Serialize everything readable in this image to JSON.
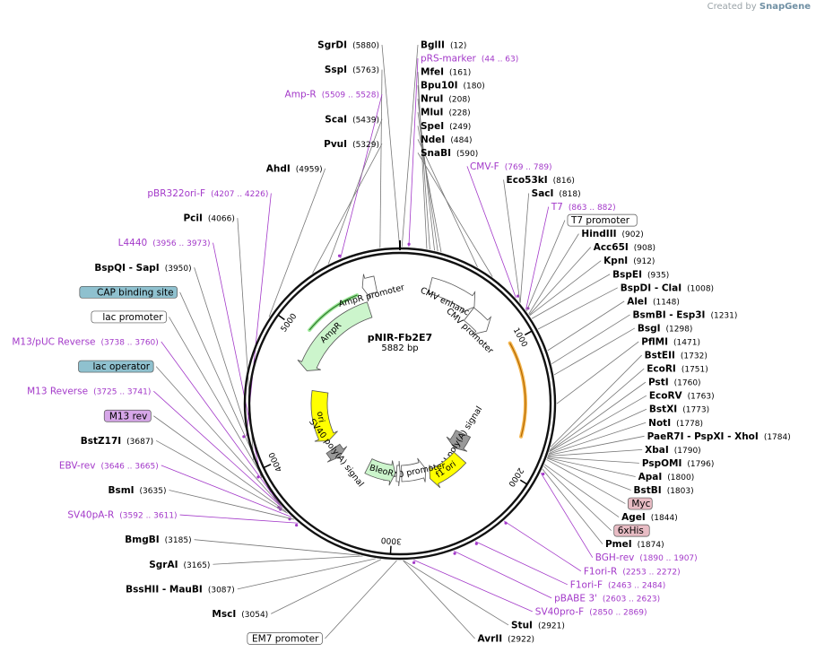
{
  "credit": {
    "prefix": "Created by",
    "brand": "SnapGene"
  },
  "plasmid": {
    "name": "pNIR-Fb2E7",
    "size": "5882 bp",
    "length": 5882
  },
  "ticks": [
    "1000",
    "2000",
    "3000",
    "4000",
    "5000"
  ],
  "features": [
    {
      "name": "AmpR promoter",
      "start": 5589,
      "end": 5693,
      "strand": "-",
      "color": "#ffffff",
      "label": "AmpR promoter"
    },
    {
      "name": "AmpR",
      "start": 4729,
      "end": 5589,
      "strand": "-",
      "color": "#ccf5cc",
      "label": "AmpR"
    },
    {
      "name": "CMV enhancer",
      "start": 235,
      "end": 614,
      "strand": "+",
      "color": "#ffffff",
      "label": "CMV enhancer"
    },
    {
      "name": "CMV promoter",
      "start": 615,
      "end": 818,
      "strand": "+",
      "color": "#ffffff",
      "label": "CMV promoter"
    },
    {
      "name": "ori",
      "start": 3961,
      "end": 4549,
      "strand": "-",
      "color": "#ffff00",
      "label": "ori"
    },
    {
      "name": "SV40 poly(A) signal",
      "start": 3734,
      "end": 3855,
      "strand": "-",
      "color": "#999999",
      "label": "SV40 poly(A) signal"
    },
    {
      "name": "bGH poly(A) signal",
      "start": 1886,
      "end": 2110,
      "strand": "+",
      "color": "#999999",
      "label": "bGH poly(A) signal"
    },
    {
      "name": "f1 ori",
      "start": 2156,
      "end": 2584,
      "strand": "+",
      "color": "#ffff00",
      "label": "f1 ori"
    },
    {
      "name": "SV40 promoter",
      "start": 2590,
      "end": 2919,
      "strand": "-",
      "color": "#ffffff",
      "label": "SV40 promoter"
    },
    {
      "name": "EM7 promoter",
      "start": 2938,
      "end": 2985,
      "strand": "-",
      "color": "#ffffff"
    },
    {
      "name": "BleoR",
      "start": 3004,
      "end": 3378,
      "strand": "-",
      "color": "#ccf5cc",
      "label": "BleoR"
    }
  ],
  "arcs": [
    {
      "start": 5050,
      "end": 5530,
      "color": "#9ee89a",
      "kind": "outer-green"
    },
    {
      "start": 1000,
      "end": 1720,
      "color": "#f5b750",
      "kind": "outer-orange"
    }
  ],
  "sites": [
    {
      "name": "BglII",
      "pos": "(12)",
      "p": 12,
      "color": "#000000"
    },
    {
      "name": "pRS-marker",
      "pos": "(44 .. 63)",
      "p": 53,
      "color": "#a339c9",
      "primer": true
    },
    {
      "name": "MfeI",
      "pos": "(161)",
      "p": 161
    },
    {
      "name": "Bpu10I",
      "pos": "(180)",
      "p": 180
    },
    {
      "name": "NruI",
      "pos": "(208)",
      "p": 208
    },
    {
      "name": "MluI",
      "pos": "(228)",
      "p": 228
    },
    {
      "name": "SpeI",
      "pos": "(249)",
      "p": 249
    },
    {
      "name": "NdeI",
      "pos": "(484)",
      "p": 484
    },
    {
      "name": "SnaBI",
      "pos": "(590)",
      "p": 590
    },
    {
      "name": "CMV-F",
      "pos": "(769 .. 789)",
      "p": 779,
      "color": "#a339c9",
      "primer": true
    },
    {
      "name": "Eco53kI",
      "pos": "(816)",
      "p": 816
    },
    {
      "name": "SacI",
      "pos": "(818)",
      "p": 818
    },
    {
      "name": "T7",
      "pos": "(863 .. 882)",
      "p": 872,
      "color": "#a339c9",
      "primer": true
    },
    {
      "name": "T7 promoter",
      "pos": "",
      "p": 880,
      "box": "#ffffff"
    },
    {
      "name": "HindIII",
      "pos": "(902)",
      "p": 902
    },
    {
      "name": "Acc65I",
      "pos": "(908)",
      "p": 908
    },
    {
      "name": "KpnI",
      "pos": "(912)",
      "p": 912
    },
    {
      "name": "BspEI",
      "pos": "(935)",
      "p": 935
    },
    {
      "name": "BspDI - ClaI",
      "pos": "(1008)",
      "p": 1008
    },
    {
      "name": "AleI",
      "pos": "(1148)",
      "p": 1148
    },
    {
      "name": "BsmBI - Esp3I",
      "pos": "(1231)",
      "p": 1231
    },
    {
      "name": "BsgI",
      "pos": "(1298)",
      "p": 1298
    },
    {
      "name": "PflMI",
      "pos": "(1471)",
      "p": 1471
    },
    {
      "name": "BstEII",
      "pos": "(1732)",
      "p": 1732
    },
    {
      "name": "EcoRI",
      "pos": "(1751)",
      "p": 1751
    },
    {
      "name": "PstI",
      "pos": "(1760)",
      "p": 1760
    },
    {
      "name": "EcoRV",
      "pos": "(1763)",
      "p": 1763
    },
    {
      "name": "BstXI",
      "pos": "(1773)",
      "p": 1773
    },
    {
      "name": "NotI",
      "pos": "(1778)",
      "p": 1778
    },
    {
      "name": "PaeR7I - PspXI - XhoI",
      "pos": "(1784)",
      "p": 1784
    },
    {
      "name": "XbaI",
      "pos": "(1790)",
      "p": 1790
    },
    {
      "name": "PspOMI",
      "pos": "(1796)",
      "p": 1796
    },
    {
      "name": "ApaI",
      "pos": "(1800)",
      "p": 1800
    },
    {
      "name": "BstBI",
      "pos": "(1803)",
      "p": 1803
    },
    {
      "name": "Myc",
      "pos": "",
      "p": 1812,
      "box": "#e8bcc4"
    },
    {
      "name": "AgeI",
      "pos": "(1844)",
      "p": 1844
    },
    {
      "name": "6xHis",
      "pos": "",
      "p": 1855,
      "box": "#e8bcc4"
    },
    {
      "name": "PmeI",
      "pos": "(1874)",
      "p": 1874
    },
    {
      "name": "BGH-rev",
      "pos": "(1890 .. 1907)",
      "p": 1898,
      "color": "#a339c9",
      "primer": true
    },
    {
      "name": "F1ori-R",
      "pos": "(2253 .. 2272)",
      "p": 2262,
      "color": "#a339c9",
      "primer": true
    },
    {
      "name": "F1ori-F",
      "pos": "(2463 .. 2484)",
      "p": 2473,
      "color": "#a339c9",
      "primer": true
    },
    {
      "name": "pBABE 3'",
      "pos": "(2603 .. 2623)",
      "p": 2613,
      "color": "#a339c9",
      "primer": true
    },
    {
      "name": "SV40pro-F",
      "pos": "(2850 .. 2869)",
      "p": 2859,
      "color": "#a339c9",
      "primer": true
    },
    {
      "name": "StuI",
      "pos": "(2921)",
      "p": 2921
    },
    {
      "name": "AvrII",
      "pos": "(2922)",
      "p": 2922
    },
    {
      "name": "EM7 promoter",
      "pos": "",
      "p": 2960,
      "box": "#ffffff"
    },
    {
      "name": "MscI",
      "pos": "(3054)",
      "p": 3054
    },
    {
      "name": "BssHII - MauBI",
      "pos": "(3087)",
      "p": 3087
    },
    {
      "name": "SgrAI",
      "pos": "(3165)",
      "p": 3165
    },
    {
      "name": "BmgBI",
      "pos": "(3185)",
      "p": 3185
    },
    {
      "name": "SV40pA-R",
      "pos": "(3592 .. 3611)",
      "p": 3601,
      "color": "#a339c9",
      "primer": true
    },
    {
      "name": "BsmI",
      "pos": "(3635)",
      "p": 3635
    },
    {
      "name": "EBV-rev",
      "pos": "(3646 .. 3665)",
      "p": 3655,
      "color": "#a339c9",
      "primer": true
    },
    {
      "name": "BstZ17I",
      "pos": "(3687)",
      "p": 3687
    },
    {
      "name": "M13 rev",
      "pos": "",
      "p": 3700,
      "box": "#d6a6e8"
    },
    {
      "name": "M13 Reverse",
      "pos": "(3725 .. 3741)",
      "p": 3733,
      "color": "#a339c9",
      "primer": true
    },
    {
      "name": "lac operator",
      "pos": "",
      "p": 3745,
      "box": "#8fc1cf"
    },
    {
      "name": "M13/pUC Reverse",
      "pos": "(3738 .. 3760)",
      "p": 3749,
      "color": "#a339c9",
      "primer": true
    },
    {
      "name": "lac promoter",
      "pos": "",
      "p": 3800,
      "box": "#ffffff"
    },
    {
      "name": "CAP binding site",
      "pos": "",
      "p": 3850,
      "box": "#8fc1cf"
    },
    {
      "name": "BspQI - SapI",
      "pos": "(3950)",
      "p": 3950
    },
    {
      "name": "L4440",
      "pos": "(3956 .. 3973)",
      "p": 3964,
      "color": "#a339c9",
      "primer": true
    },
    {
      "name": "PciI",
      "pos": "(4066)",
      "p": 4066
    },
    {
      "name": "pBR322ori-F",
      "pos": "(4207 .. 4226)",
      "p": 4216,
      "color": "#a339c9",
      "primer": true
    },
    {
      "name": "AhdI",
      "pos": "(4959)",
      "p": 4959
    },
    {
      "name": "PvuI",
      "pos": "(5329)",
      "p": 5329
    },
    {
      "name": "ScaI",
      "pos": "(5439)",
      "p": 5439
    },
    {
      "name": "Amp-R",
      "pos": "(5509 .. 5528)",
      "p": 5518,
      "color": "#a339c9",
      "primer": true
    },
    {
      "name": "SspI",
      "pos": "(5763)",
      "p": 5763
    },
    {
      "name": "SgrDI",
      "pos": "(5880)",
      "p": 5880
    }
  ]
}
